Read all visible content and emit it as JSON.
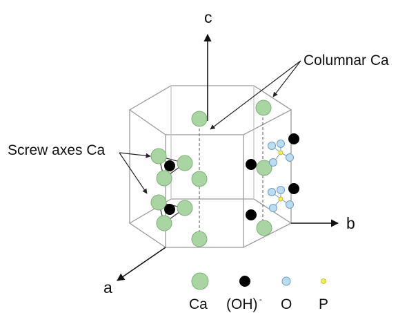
{
  "axes": {
    "a": "a",
    "b": "b",
    "c": "c"
  },
  "annotations": {
    "columnar": "Columnar Ca",
    "screw": "Screw axes Ca"
  },
  "legend": [
    {
      "key": "ca",
      "label": "Ca",
      "superscript": ""
    },
    {
      "key": "oh",
      "label": "(OH)",
      "superscript": "-"
    },
    {
      "key": "o",
      "label": "O",
      "superscript": ""
    },
    {
      "key": "p",
      "label": "P",
      "superscript": ""
    }
  ],
  "colors": {
    "ca_fill": "#a9d5a2",
    "ca_stroke": "#7fae79",
    "oh_fill": "#000000",
    "o_fill": "#bcdcf1",
    "o_stroke": "#6f9ec0",
    "p_fill": "#f2ee4a",
    "p_stroke": "#b7b022",
    "frame": "#9a9a9a",
    "arrow": "#111111"
  },
  "icons": {
    "ca": "green-circle-icon",
    "oh": "black-circle-icon",
    "o": "blue-circle-icon",
    "p": "yellow-dot-icon"
  }
}
